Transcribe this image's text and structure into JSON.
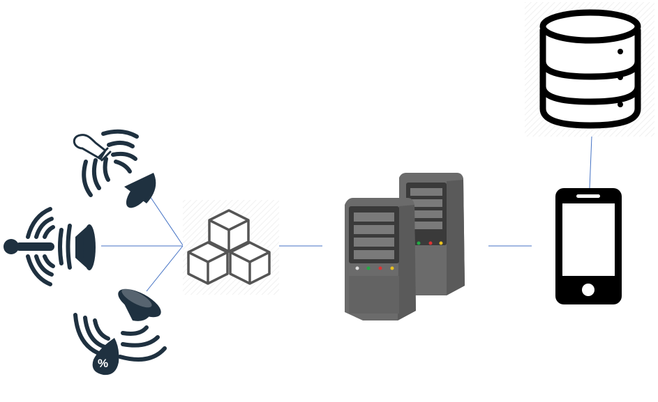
{
  "diagram": {
    "nodes": [
      {
        "id": "sensor-light",
        "icon": "lightbulb-sensor-icon"
      },
      {
        "id": "sensor-temperature",
        "icon": "thermometer-sensor-icon"
      },
      {
        "id": "sensor-humidity",
        "icon": "humidity-sensor-icon",
        "glyph": "%"
      },
      {
        "id": "gateway",
        "icon": "cubes-icon"
      },
      {
        "id": "servers",
        "icon": "server-rack-icon"
      },
      {
        "id": "phone",
        "icon": "smartphone-icon"
      },
      {
        "id": "database",
        "icon": "database-icon"
      }
    ],
    "edges": [
      [
        "sensor-light",
        "gateway"
      ],
      [
        "sensor-temperature",
        "gateway"
      ],
      [
        "sensor-humidity",
        "gateway"
      ],
      [
        "gateway",
        "servers"
      ],
      [
        "servers",
        "phone"
      ],
      [
        "phone",
        "database"
      ]
    ],
    "colors": {
      "sensor": "#1f3140",
      "connector": "#4472c4",
      "cubes": "#555555",
      "server_body": "#6b6b6b",
      "server_dark": "#3a3a3a",
      "led_white": "#dddddd",
      "led_green": "#22aa44",
      "led_red": "#dd3333",
      "led_yellow": "#e8c020",
      "device": "#000000"
    }
  }
}
